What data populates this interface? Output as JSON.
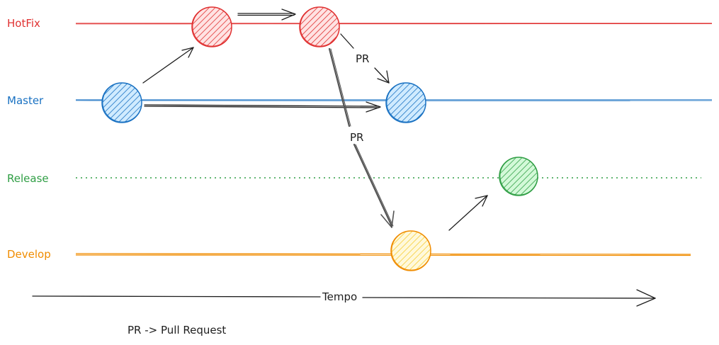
{
  "lanes": [
    {
      "id": "hotfix",
      "label": "HotFix",
      "color": "#e03131",
      "style": "solid"
    },
    {
      "id": "master",
      "label": "Master",
      "color": "#1971c2",
      "style": "solid"
    },
    {
      "id": "release",
      "label": "Release",
      "color": "#2f9e44",
      "style": "dotted"
    },
    {
      "id": "develop",
      "label": "Develop",
      "color": "#f08c00",
      "style": "solid"
    }
  ],
  "nodes": [
    {
      "id": "master-commit-1",
      "lane": "master",
      "color": "#1971c2",
      "fill": "#a5d8ff"
    },
    {
      "id": "hotfix-commit-1",
      "lane": "hotfix",
      "color": "#e03131",
      "fill": "#ffc9c9"
    },
    {
      "id": "hotfix-commit-2",
      "lane": "hotfix",
      "color": "#e03131",
      "fill": "#ffc9c9"
    },
    {
      "id": "master-commit-2",
      "lane": "master",
      "color": "#1971c2",
      "fill": "#a5d8ff"
    },
    {
      "id": "develop-commit-1",
      "lane": "develop",
      "color": "#f08c00",
      "fill": "#ffec99"
    },
    {
      "id": "release-commit-1",
      "lane": "release",
      "color": "#2f9e44",
      "fill": "#b2f2bb"
    }
  ],
  "edges": [
    {
      "from": "master-commit-1",
      "to": "hotfix-commit-1",
      "label": ""
    },
    {
      "from": "hotfix-commit-1",
      "to": "hotfix-commit-2",
      "label": ""
    },
    {
      "from": "master-commit-1",
      "to": "master-commit-2",
      "label": ""
    },
    {
      "from": "hotfix-commit-2",
      "to": "master-commit-2",
      "label": "PR"
    },
    {
      "from": "hotfix-commit-2",
      "to": "develop-commit-1",
      "label": "PR"
    },
    {
      "from": "develop-commit-1",
      "to": "release-commit-1",
      "label": ""
    }
  ],
  "time_axis": {
    "label": "Tempo"
  },
  "legend": {
    "text": "PR -> Pull Request"
  }
}
